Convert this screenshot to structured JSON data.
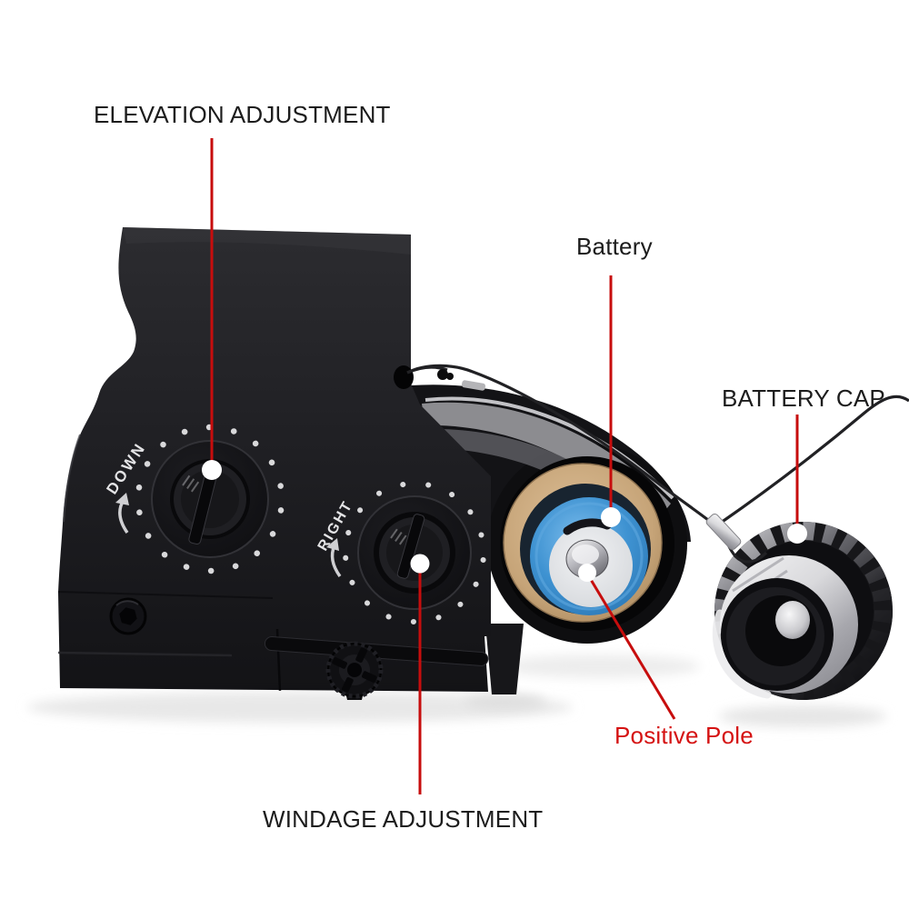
{
  "figure": {
    "background_color": "#ffffff",
    "accent_line_color": "#c70d0d",
    "label_text_color": "#1c1c1c",
    "red_label_color": "#d51212"
  },
  "callouts": {
    "elevation": {
      "label": "ELEVATION ADJUSTMENT"
    },
    "battery": {
      "label": "Battery"
    },
    "battery_cap": {
      "label": "BATTERY CAP"
    },
    "positive_pole": {
      "label": "Positive Pole"
    },
    "windage": {
      "label": "WINDAGE ADJUSTMENT"
    }
  },
  "device": {
    "elevation_dial_marking": "DOWN",
    "windage_dial_marking": "RIGHT",
    "colors": {
      "body": "#1f1f22",
      "battery_wrapper_blue": "#3e92d1",
      "thread_ring_tan": "#c9a87e",
      "cap_silver": "#c6c6ca"
    }
  }
}
